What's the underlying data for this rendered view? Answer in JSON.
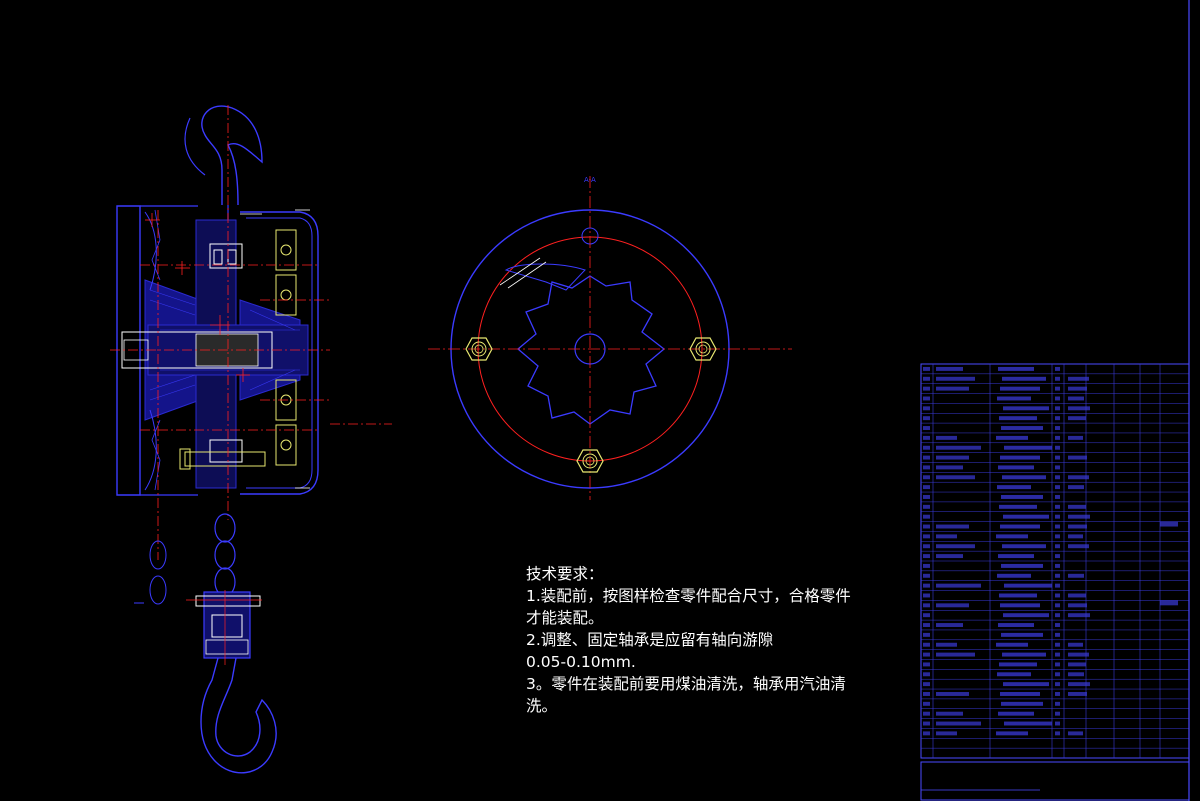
{
  "section_label": "A-A",
  "tech_requirements": {
    "title": "技术要求：",
    "lines": [
      "1.装配前，按图样检查零件配合尺寸，合格零件",
      "才能装配。",
      "2.调整、固定轴承是应留有轴向游隙",
      "0.05-0.10mm.",
      "3。零件在装配前要用煤油清洗，轴承用汽油清",
      "洗。"
    ]
  },
  "colors": {
    "background": "#000000",
    "outline": "#3b3bff",
    "centerline": "#ff2020",
    "detail": "#ffffff",
    "hatch": "#2a2ad0",
    "bolt": "#e8e870",
    "dim": "#4ad0ff"
  }
}
